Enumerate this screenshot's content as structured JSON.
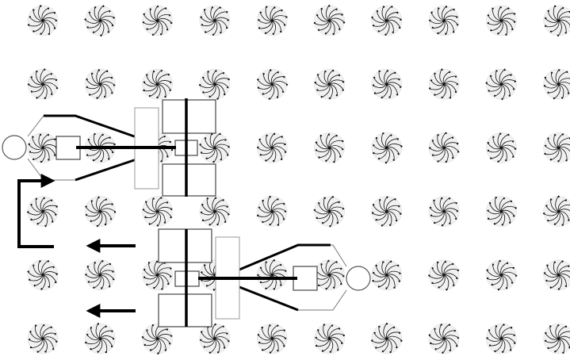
{
  "diagram": {
    "plant_grid": {
      "rows": 6,
      "columns": 10
    },
    "colors": {
      "background": "#ffffff",
      "plant_stroke": "#111111",
      "plant_halo": "#dddddd",
      "outline": "#555555",
      "light_outline": "#999999",
      "thick_line": "#000000"
    },
    "machines": [
      {
        "name": "upper-implement",
        "faces": "left"
      },
      {
        "name": "lower-implement",
        "faces": "right"
      }
    ],
    "arrows": [
      {
        "name": "turn-arrow",
        "direction": "right"
      },
      {
        "name": "travel-arrow-upper",
        "direction": "left"
      },
      {
        "name": "travel-arrow-lower",
        "direction": "left"
      }
    ]
  }
}
